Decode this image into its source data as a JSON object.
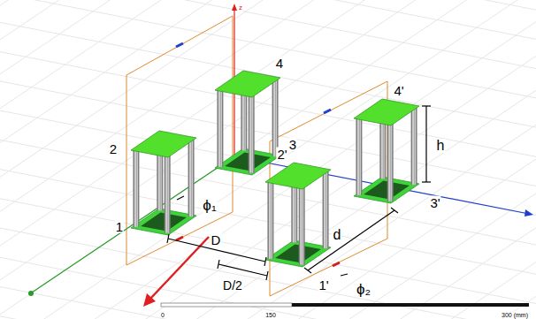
{
  "diagram": {
    "labels": [
      "z",
      "4",
      "2",
      "3",
      "2'",
      "4'",
      "h",
      "ϕ₁",
      "1",
      "D",
      "3'",
      "d",
      "1'",
      "D/2",
      "ϕ₂",
      "0",
      "150",
      "300 (mm)"
    ]
  }
}
